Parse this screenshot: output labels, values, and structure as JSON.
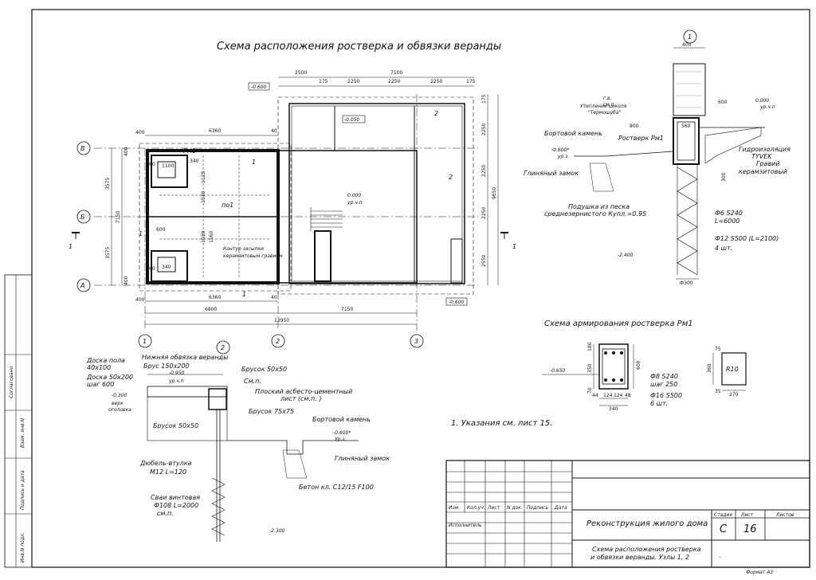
{
  "titles": {
    "plan": "Схема расположения ростверка и обвязки веранды",
    "reinforcement": "Схема армирования ростверка Рм1"
  },
  "notes": {
    "note1": "1.  Указания см. лист 15."
  },
  "side_stamp": {
    "agreed": "Согласовано",
    "inv_replace": "Взам. инв.N",
    "sign_date": "Подпись и дата",
    "inv_orig": "Инв.N подл."
  },
  "plan": {
    "axis_v": [
      "1",
      "2",
      "3"
    ],
    "axis_h": [
      "В",
      "Б",
      "А"
    ],
    "node_mark_1": "1",
    "node_mark_2": "2",
    "rm1_label": "Рм1",
    "po1_label": "по1",
    "contour_label_1": "Контур засыпки",
    "contour_label_2": "керамзитовым гравием",
    "level_main": "0.000",
    "level_main_sub": "ур.ч.п",
    "level_minus600": "-0.600",
    "level_minus050": "-0.050",
    "dims_top": [
      "2500",
      "7100",
      "175",
      "2250",
      "2250",
      "2250",
      "175"
    ],
    "dims_upper": [
      "6360",
      "40"
    ],
    "dims_lower": [
      "6360",
      "40"
    ],
    "dims_bottom": [
      "6800",
      "7150",
      "13950"
    ],
    "dims_left": [
      "3575",
      "7150",
      "3575",
      "400",
      "400",
      "400",
      "400"
    ],
    "dims_right": [
      "175",
      "2250",
      "2250",
      "2250",
      "2550",
      "9650"
    ],
    "dims_misc": [
      "340",
      "1100",
      "60",
      "1530",
      "1530",
      "1560",
      "1125",
      "600",
      "340",
      "60"
    ]
  },
  "section1": {
    "node": "1",
    "width_top": "400",
    "dim_600": "600",
    "dim_800": "800",
    "dim_560": "560",
    "dim_300": "300",
    "dim_d300": "Ф300",
    "label_gv": "г.в.",
    "label_smp": "см.п.",
    "insulation_1": "Утепление цоколя",
    "insulation_2": "\"Термошуба\"",
    "curb": "Бортовой камень",
    "rostverk": "Ростверк Рм1",
    "clay_lock": "Глиняный замок",
    "pad_1": "Подушка из песка",
    "pad_2": "среднезернистого Купл.=0.95",
    "waterproof_1": "Гидроизоляция",
    "waterproof_2": "TYVEK",
    "gravel_1": "Гравий",
    "gravel_2": "керамзитовый",
    "rebar_1": "Ф6 S240",
    "rebar_2": "L=6000",
    "rebar_3": "Ф12 S500 (L=2100)",
    "rebar_4": "4 шт.",
    "level_top": "0.000",
    "level_top_sub": "ур.ч.п",
    "level_600": "-0.600*",
    "level_600_sub": "ур.з.",
    "level_2400": "-2.400"
  },
  "reinf": {
    "dims_left": [
      "350",
      "180",
      "70"
    ],
    "dim_600": "600",
    "dims_bottom": [
      "44",
      "124",
      "124",
      "48"
    ],
    "dim_340": "340",
    "spec_1": "Ф8 S240",
    "spec_2": "шаг 250",
    "spec_3": "Ф16 S500",
    "spec_4": "6 шт.",
    "level": "-0.650",
    "detail_dims": [
      "75",
      "360",
      "35",
      "270"
    ],
    "detail_r": "R10"
  },
  "section2": {
    "node": "2",
    "floor_board_1": "Доска пола",
    "floor_board_2": "40х100",
    "joist_1": "Доска 50х200",
    "joist_2": "шаг 600",
    "strap_1": "Нижняя обвязка веранды",
    "strap_2": "Брус 150х200",
    "bar_50": "Брусок 50х50",
    "bar_50b": "Брусок 50х50",
    "smp": "См.п.",
    "asbestos_1": "Плоский асбесто-цементный",
    "asbestos_2": "лист (см.п. )",
    "bar_75": "Брусок 75х75",
    "curb": "Бортовой камень",
    "clay": "Глиняный замок",
    "concrete": "Бетон кл. С12/15 F100",
    "dowel_1": "Дюбель-втулка",
    "dowel_2": "М12 L=120",
    "pile_1": "Сваи винтовая",
    "pile_2": "Ф108 L=2000",
    "pile_3": "см.п.",
    "level_950": "-0.950",
    "level_950_sub": "ур.ч.п",
    "level_300": "-0.300",
    "level_300_sub1": "верх",
    "level_300_sub2": "оголовка",
    "level_600": "-0.600*",
    "level_600_sub": "Ур.з.",
    "level_2300": "-2.300"
  },
  "title_block": {
    "headers": [
      "Изм.",
      "Кол.уч.",
      "Лист",
      "N док.",
      "Подпись",
      "Дата"
    ],
    "performer": "Исполнитель",
    "project": "Реконструкция жилого дома",
    "sheet_title_1": "Схема расположения ростверка",
    "sheet_title_2": "и обвязки веранды. Узлы 1, 2",
    "stage_h": "Стадия",
    "sheet_h": "Лист",
    "sheets_h": "Листов",
    "stage": "С",
    "sheet": "16",
    "format": "Формат А3",
    "dot": "."
  }
}
